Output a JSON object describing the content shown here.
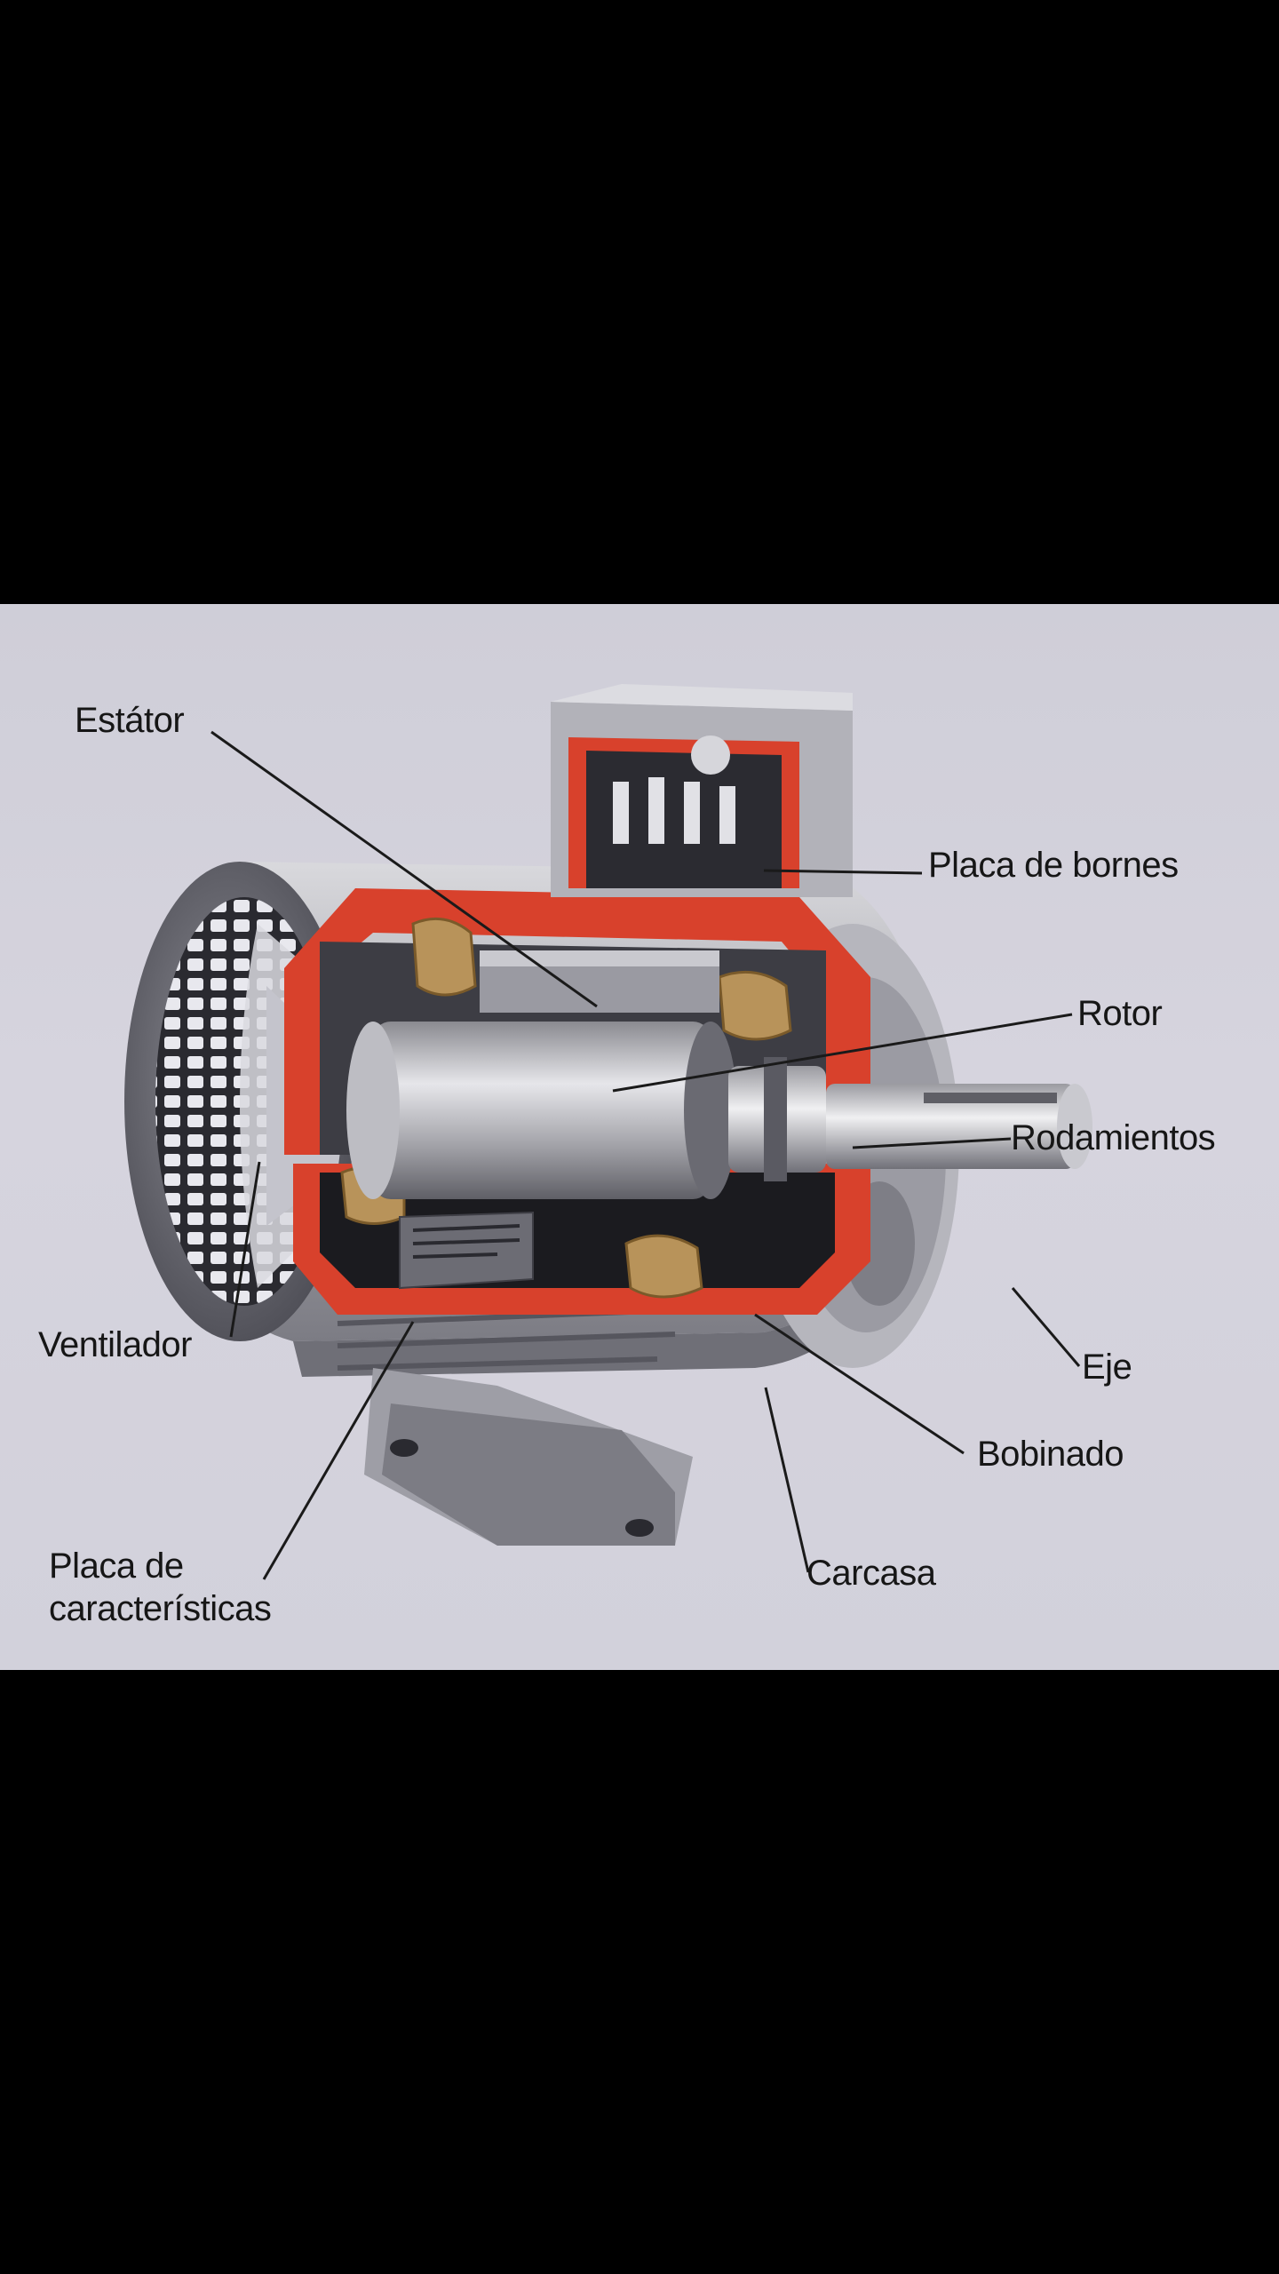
{
  "labels": {
    "estator": "Estátor",
    "placa_bornes": "Placa de bornes",
    "rotor": "Rotor",
    "rodamientos": "Rodamientos",
    "ventilador": "Ventilador",
    "eje": "Eje",
    "bobinado": "Bobinado",
    "placa_caracteristicas_line1": "Placa de",
    "placa_caracteristicas_line2": "características",
    "carcasa": "Carcasa"
  },
  "colors": {
    "background": "#d3d2dc",
    "housing_metal": "#a7a7ad",
    "cutaway_red": "#d8412c",
    "winding_copper": "#b8935a",
    "frame": "#000000"
  }
}
